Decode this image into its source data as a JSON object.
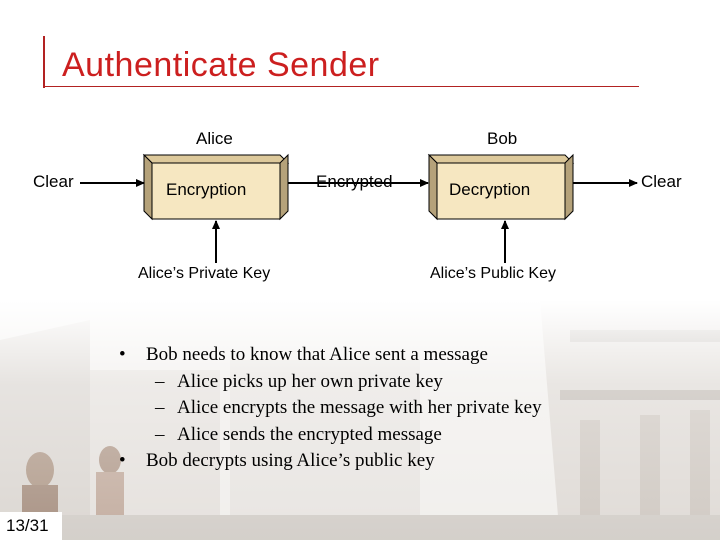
{
  "title": "Authenticate Sender",
  "diagram": {
    "alice": "Alice",
    "bob": "Bob",
    "clear_in": "Clear",
    "clear_out": "Clear",
    "encrypted": "Encrypted",
    "encryption": "Encryption",
    "decryption": "Decryption",
    "alice_private_key": "Alice’s Private Key",
    "alice_public_key": "Alice’s Public Key"
  },
  "bullets": [
    {
      "level": 1,
      "text": "Bob needs to know that Alice sent a message"
    },
    {
      "level": 2,
      "text": "Alice picks up her own private key"
    },
    {
      "level": 2,
      "text": "Alice encrypts the message with her private key"
    },
    {
      "level": 2,
      "text": "Alice sends the encrypted message"
    },
    {
      "level": 1,
      "text": "Bob decrypts using Alice’s public key"
    }
  ],
  "page_number": "13/31",
  "colors": {
    "title": "#cc1f1f",
    "box_face": "#f6e7c1",
    "box_side": "#b5a27a"
  }
}
